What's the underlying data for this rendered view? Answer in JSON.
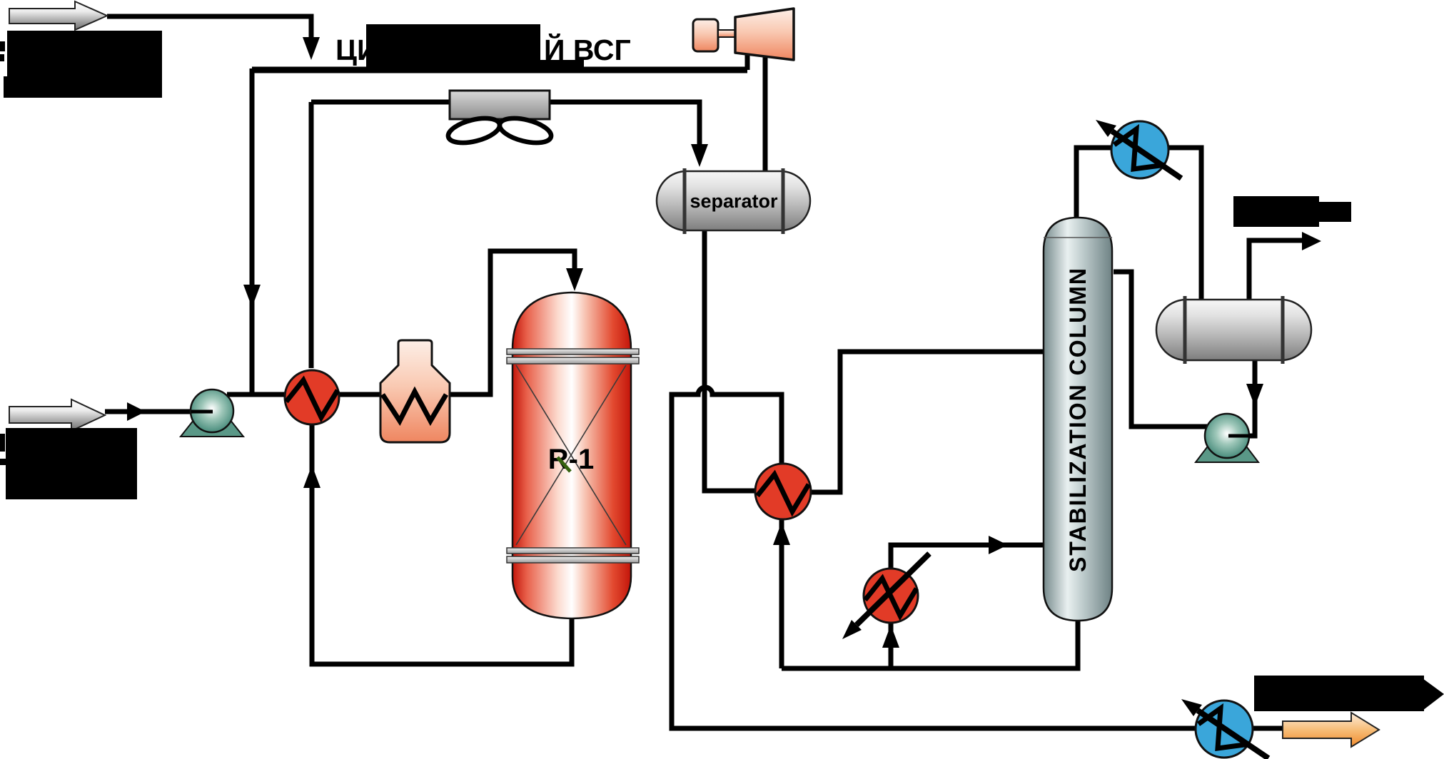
{
  "title": {
    "prefix": "ЦИ",
    "suffix": "Й ВСГ"
  },
  "equipment": {
    "reactor": {
      "label": "R-1"
    },
    "separator": {
      "label": "separator"
    },
    "stabilization_column": {
      "label": "STABILIZATION COLUMN"
    }
  },
  "colors": {
    "pipe_black": "#000000",
    "exchanger_red": "#e23b27",
    "cooler_blue": "#3aa6da",
    "pump_teal": "#4f9181",
    "reactor_red": "#d81f12",
    "furnace_salmon": "#f08a63",
    "column_steel": "#aebfc0",
    "vessel_gray": "#c9c9c9",
    "feed_arrow_gray": "#b5b5b5",
    "product_arrow_orange": "#f08a2e",
    "redaction_black": "#000000",
    "reactor_mark_green": "#35610f"
  }
}
